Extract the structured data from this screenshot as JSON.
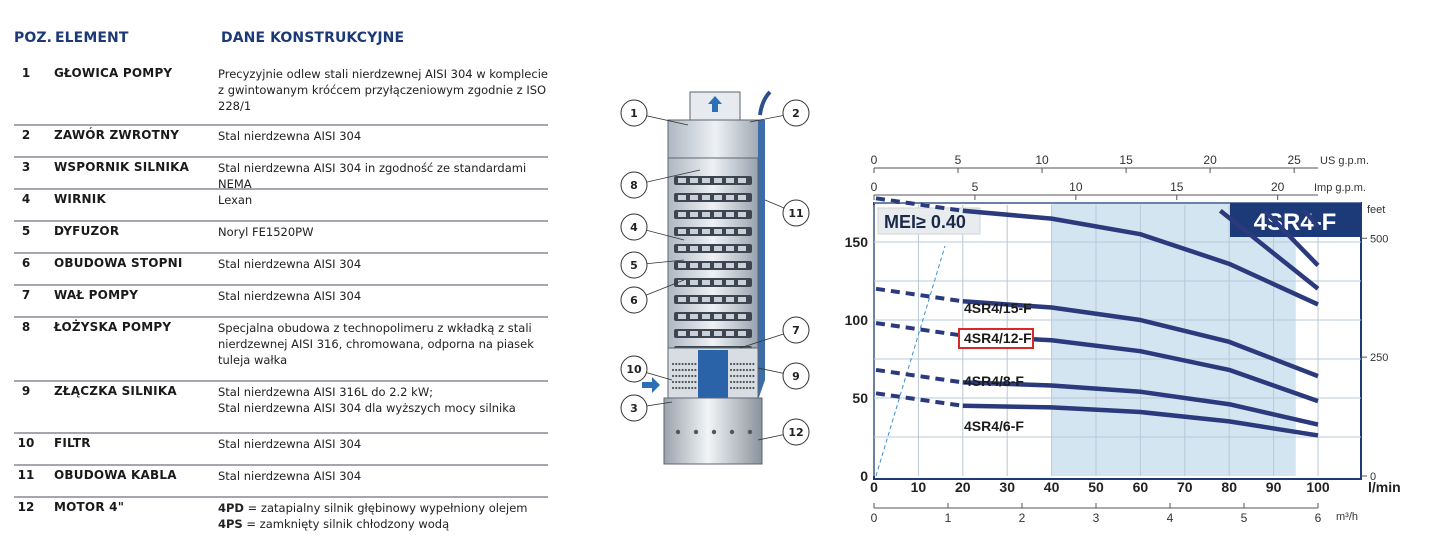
{
  "table": {
    "headers": {
      "pos": "POZ.",
      "element": "ELEMENT",
      "data": "DANE KONSTRUKCYJNE"
    },
    "rows": [
      {
        "num": "1",
        "element": "GŁOWICA POMPY",
        "desc": [
          "Precyzyjnie odlew stali nierdzewnej AISI 304 w komplecie",
          "z gwintowanym króćcem przyłączeniowym zgodnie z ISO",
          "228/1"
        ]
      },
      {
        "num": "2",
        "element": "ZAWÓR ZWROTNY",
        "desc": [
          "Stal nierdzewna AISI 304"
        ]
      },
      {
        "num": "3",
        "element": "WSPORNIK SILNIKA",
        "desc": [
          "Stal nierdzewna AISI 304 in zgodność ze standardami NEMA"
        ]
      },
      {
        "num": "4",
        "element": "WIRNIK",
        "desc": [
          "Lexan"
        ]
      },
      {
        "num": "5",
        "element": "DYFUZOR",
        "desc": [
          "Noryl FE1520PW"
        ]
      },
      {
        "num": "6",
        "element": "OBUDOWA STOPNI",
        "desc": [
          "Stal nierdzewna AISI 304"
        ]
      },
      {
        "num": "7",
        "element": "WAŁ POMPY",
        "desc": [
          "Stal nierdzewna AISI 304"
        ]
      },
      {
        "num": "8",
        "element": "ŁOŻYSKA POMPY",
        "desc": [
          "Specjalna obudowa z technopolimeru z wkładką z stali",
          "nierdzewnej AISI 316, chromowana, odporna na piasek",
          "tuleja wałka"
        ]
      },
      {
        "num": "9",
        "element": "ZŁĄCZKA SILNIKA",
        "desc": [
          "Stal nierdzewna AISI 316L do 2.2 kW;",
          "Stal nierdzewna AISI 304 dla wyższych mocy silnika"
        ]
      },
      {
        "num": "10",
        "element": "FILTR",
        "desc": [
          "Stal nierdzewna AISI 304"
        ]
      },
      {
        "num": "11",
        "element": "OBUDOWA KABLA",
        "desc": [
          "Stal nierdzewna AISI 304"
        ]
      },
      {
        "num": "12",
        "element": "MOTOR 4\"",
        "desc_bold": [
          "4PD",
          "4PS"
        ],
        "desc": [
          " = zatapialny silnik głębinowy wypełniony olejem",
          " = zamknięty silnik chłodzony wodą"
        ]
      }
    ]
  },
  "pump_callouts": [
    "1",
    "2",
    "8",
    "11",
    "4",
    "5",
    "6",
    "7",
    "10",
    "9",
    "3",
    "12"
  ],
  "colors": {
    "navy": "#1d3a78",
    "curve": "#2a3a7c",
    "band": "#d3e5f0",
    "highlight": "#d62a2a"
  },
  "chart_data": {
    "type": "line",
    "model": "4SR4-F",
    "mei": "MEI≥ 0.40",
    "x_lmin": {
      "ticks": [
        "0",
        "10",
        "20",
        "30",
        "40",
        "50",
        "60",
        "70",
        "80",
        "90",
        "100"
      ],
      "unit": "l/min"
    },
    "x_m3h": {
      "ticks": [
        "0",
        "1",
        "2",
        "3",
        "4",
        "5",
        "6"
      ],
      "unit": "m³/h"
    },
    "x_usgpm": {
      "ticks": [
        "0",
        "5",
        "10",
        "15",
        "20",
        "25"
      ],
      "unit": "US g.p.m."
    },
    "x_impgpm": {
      "ticks": [
        "0",
        "5",
        "10",
        "15",
        "20"
      ],
      "unit": "Imp g.p.m."
    },
    "y_m": {
      "ticks": [
        "0",
        "50",
        "100",
        "150"
      ],
      "ylim": [
        0,
        175
      ]
    },
    "y_feet": {
      "ticks": [
        "0",
        "250",
        "500"
      ],
      "unit": "feet"
    },
    "recommended_range_lmin": [
      40,
      95
    ],
    "series": [
      {
        "name": "4SR4/6-F",
        "x": [
          20,
          40,
          60,
          80,
          100
        ],
        "y": [
          45,
          44,
          41,
          35,
          26
        ]
      },
      {
        "name": "4SR4/8-F",
        "x": [
          20,
          40,
          60,
          80,
          100
        ],
        "y": [
          60,
          58,
          54,
          46,
          33
        ]
      },
      {
        "name": "4SR4/12-F",
        "x": [
          20,
          40,
          60,
          80,
          100
        ],
        "y": [
          90,
          87,
          80,
          68,
          48
        ]
      },
      {
        "name": "4SR4/15-F",
        "x": [
          20,
          40,
          60,
          80,
          100
        ],
        "y": [
          112,
          108,
          100,
          86,
          64
        ]
      },
      {
        "name": "",
        "x": [
          20,
          40,
          60,
          80,
          100
        ],
        "y": [
          170,
          165,
          155,
          136,
          110
        ]
      }
    ],
    "highlighted_series": "4SR4/12-F"
  }
}
